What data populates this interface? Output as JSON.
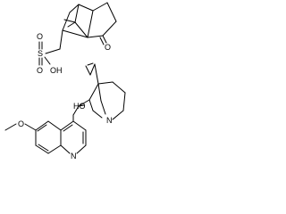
{
  "molecules": [
    {
      "atom_labels": {
        "sulfonyl_oxygen_top": "O",
        "sulfur": "S",
        "sulfonyl_oxygen_bottom": "O",
        "hydroxyl": "OH",
        "ketone_oxygen": "O"
      }
    },
    {
      "atom_labels": {
        "hydroxyl": "HO",
        "bridgehead_nitrogen": "N",
        "methoxy_oxygen": "O",
        "quinoline_nitrogen": "N"
      }
    }
  ],
  "colors": {
    "bond": "#000000",
    "text": "#000000"
  }
}
